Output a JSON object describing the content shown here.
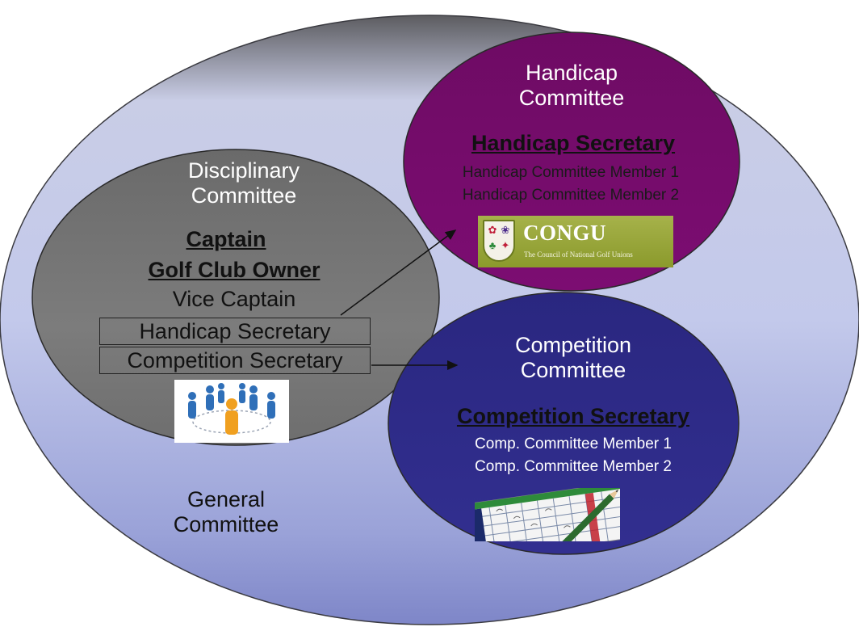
{
  "general": {
    "title_line1": "General",
    "title_line2": "Committee"
  },
  "disciplinary": {
    "title_line1": "Disciplinary",
    "title_line2": "Committee",
    "members": [
      "Captain",
      "Golf Club Owner",
      "Vice Captain",
      "Handicap Secretary",
      "Competition Secretary"
    ]
  },
  "handicap": {
    "title_line1": "Handicap",
    "title_line2": "Committee",
    "secretary": "Handicap Secretary",
    "members": [
      "Handicap Committee Member 1",
      "Handicap Committee Member 2"
    ]
  },
  "competition": {
    "title_line1": "Competition",
    "title_line2": "Committee",
    "secretary": "Competition Secretary",
    "members": [
      "Comp. Committee Member 1",
      "Comp. Committee Member 2"
    ]
  },
  "logo": {
    "name": "CONGU",
    "subtitle": "The Council of National Golf Unions"
  },
  "icons": {
    "people": "people-network-icon",
    "scorecard": "golf-scorecard-icon",
    "shield": "congu-shield-icon"
  },
  "colors": {
    "general_fill": "#bcc3e6",
    "disciplinary_fill": "#7b7b7b",
    "handicap_fill": "#7a0a70",
    "competition_fill": "#2d2a8a",
    "logo_bg": "#98a53a"
  }
}
